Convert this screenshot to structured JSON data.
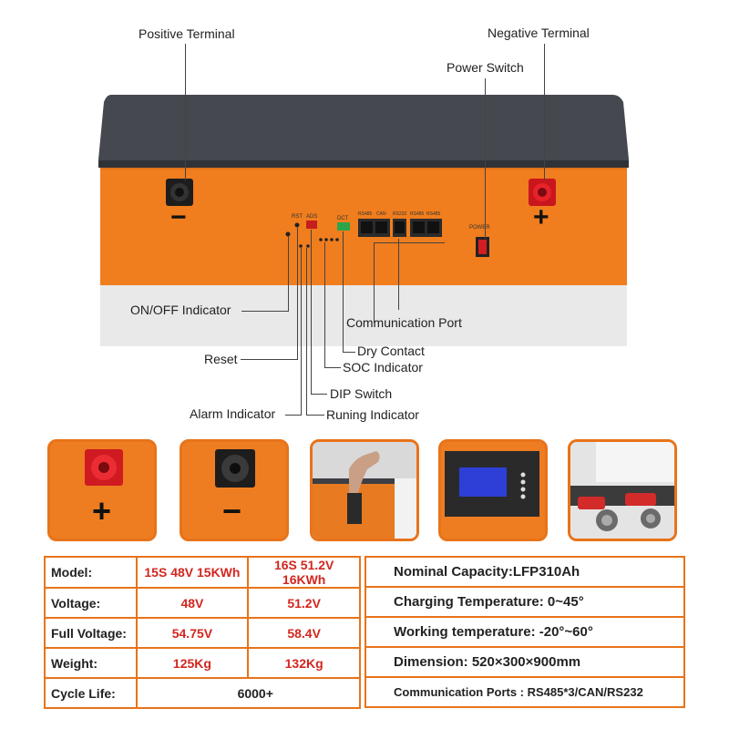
{
  "callouts": {
    "positive_terminal": "Positive Terminal",
    "negative_terminal": "Negative Terminal",
    "power_switch": "Power Switch",
    "on_off_indicator": "ON/OFF Indicator",
    "communication_port": "Communication Port",
    "dry_contact": "Dry Contact",
    "reset": "Reset",
    "soc_indicator": "SOC Indicator",
    "dip_switch": "DIP Switch",
    "alarm_indicator": "Alarm Indicator",
    "running_indicator": "Runing Indicator"
  },
  "panel_labels": {
    "rst": "RST",
    "ads": "ADS",
    "dct": "DCT",
    "rs485_1": "RS485",
    "can": "CAN",
    "rs232": "RS232",
    "rs485_2": "RS485",
    "rs485_3": "RS485",
    "power": "POWER",
    "minus": "−",
    "plus": "+"
  },
  "photos": {
    "positive_sign": "+",
    "negative_sign": "−"
  },
  "spec_left": {
    "rows": [
      {
        "label": "Model:",
        "a": "15S 48V 15KWh",
        "b": "16S 51.2V 16KWh"
      },
      {
        "label": "Voltage:",
        "a": "48V",
        "b": "51.2V"
      },
      {
        "label": "Full Voltage:",
        "a": "54.75V",
        "b": "58.4V"
      },
      {
        "label": "Weight:",
        "a": "125Kg",
        "b": "132Kg"
      }
    ],
    "cycle_label": "Cycle Life:",
    "cycle_value": "6000+"
  },
  "spec_right": {
    "nominal_capacity": "Nominal Capacity:LFP310Ah",
    "charging_temperature": "Charging Temperature: 0~45°",
    "working_temperature": "Working temperature: -20°~60°",
    "dimension": "Dimension: 520×300×900mm",
    "communication_ports": "Communication Ports : RS485*3/CAN/RS232"
  },
  "colors": {
    "orange": "#f07d1e",
    "accent_border": "#e8731a",
    "spec_red": "#d2261f",
    "lid": "#45494f",
    "base": "#e9e9e9"
  }
}
